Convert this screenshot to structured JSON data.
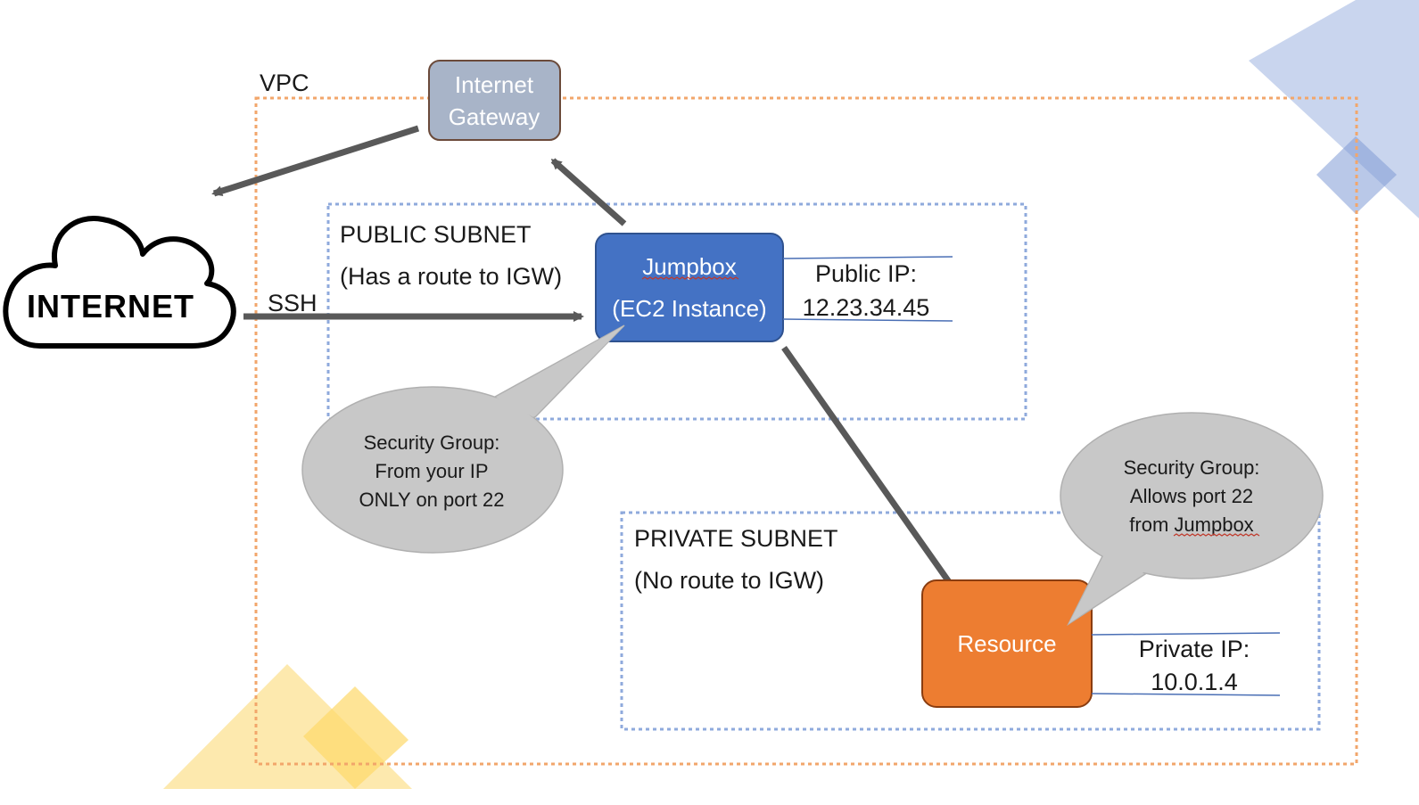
{
  "colors": {
    "vpc_border": "#f2a66b",
    "subnet_border": "#8faadc",
    "gateway_fill": "#a8b4c8",
    "jumpbox_fill": "#4472c4",
    "resource_fill": "#ed7d31",
    "arrow": "#595959",
    "bubble_fill": "#c8c8c8",
    "deco_blue": "#9db3e0",
    "deco_yellow": "#fde49a"
  },
  "icons": {
    "cloud": "cloud-icon"
  },
  "vpc": {
    "label": "VPC"
  },
  "internet": {
    "label": "INTERNET"
  },
  "ssh": {
    "label": "SSH"
  },
  "gateway": {
    "line1": "Internet",
    "line2": "Gateway"
  },
  "public_subnet": {
    "title": "PUBLIC SUBNET",
    "subtitle": "(Has a route to IGW)"
  },
  "private_subnet": {
    "title": "PRIVATE SUBNET",
    "subtitle": "(No route to IGW)"
  },
  "jumpbox": {
    "line1": "Jumpbox",
    "line2": "(EC2 Instance)"
  },
  "jumpbox_ip": {
    "line1": "Public IP:",
    "line2": "12.23.34.45"
  },
  "resource": {
    "label": "Resource"
  },
  "resource_ip": {
    "line1": "Private IP:",
    "line2": "10.0.1.4"
  },
  "jumpbox_sg": {
    "line1": "Security Group:",
    "line2": "From your IP",
    "line3": "ONLY on port 22"
  },
  "resource_sg": {
    "line1": "Security Group:",
    "line2": "Allows port 22",
    "line3": "from Jumpbox"
  }
}
